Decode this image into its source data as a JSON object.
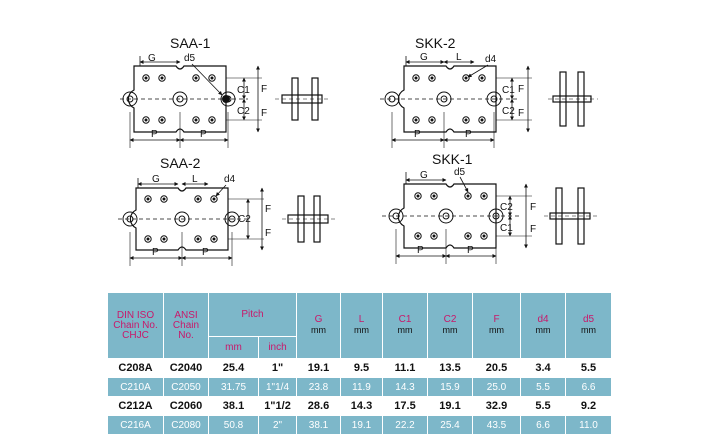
{
  "diagrams": {
    "saa1": {
      "title": "SAA-1",
      "labels": {
        "g": "G",
        "d5": "d5",
        "c1": "C1",
        "c2": "C2",
        "f": "F",
        "p1": "P",
        "p2": "P"
      }
    },
    "skk2": {
      "title": "SKK-2",
      "labels": {
        "g": "G",
        "l": "L",
        "d4": "d4",
        "c1": "C1",
        "c2": "C2",
        "f": "F",
        "p1": "P",
        "p2": "P"
      }
    },
    "saa2": {
      "title": "SAA-2",
      "labels": {
        "g": "G",
        "l": "L",
        "d4": "d4",
        "c2": "C2",
        "f": "F",
        "p1": "P",
        "p2": "P"
      }
    },
    "skk1": {
      "title": "SKK-1",
      "labels": {
        "g": "G",
        "d5": "d5",
        "c1": "C1",
        "c2": "C2",
        "f": "F",
        "p1": "P",
        "p2": "P"
      }
    }
  },
  "table": {
    "headers": {
      "din": "DIN ISO Chain No. CHJC",
      "ansi": "ANSI Chain No.",
      "pitch": "Pitch",
      "pitch_mm": "mm",
      "pitch_inch": "inch",
      "g": "G",
      "l": "L",
      "c1": "C1",
      "c2": "C2",
      "f": "F",
      "d4": "d4",
      "d5": "d5",
      "unit": "mm"
    },
    "rows": [
      {
        "din": "C208A",
        "ansi": "C2040",
        "mm": "25.4",
        "inch": "1\"",
        "g": "19.1",
        "l": "9.5",
        "c1": "11.1",
        "c2": "13.5",
        "f": "20.5",
        "d4": "3.4",
        "d5": "5.5"
      },
      {
        "din": "C210A",
        "ansi": "C2050",
        "mm": "31.75",
        "inch": "1\"1/4",
        "g": "23.8",
        "l": "11.9",
        "c1": "14.3",
        "c2": "15.9",
        "f": "25.0",
        "d4": "5.5",
        "d5": "6.6"
      },
      {
        "din": "C212A",
        "ansi": "C2060",
        "mm": "38.1",
        "inch": "1\"1/2",
        "g": "28.6",
        "l": "14.3",
        "c1": "17.5",
        "c2": "19.1",
        "f": "32.9",
        "d4": "5.5",
        "d5": "9.2"
      },
      {
        "din": "C216A",
        "ansi": "C2080",
        "mm": "50.8",
        "inch": "2\"",
        "g": "38.1",
        "l": "19.1",
        "c1": "22.2",
        "c2": "25.4",
        "f": "43.5",
        "d4": "6.6",
        "d5": "11.0"
      }
    ]
  }
}
